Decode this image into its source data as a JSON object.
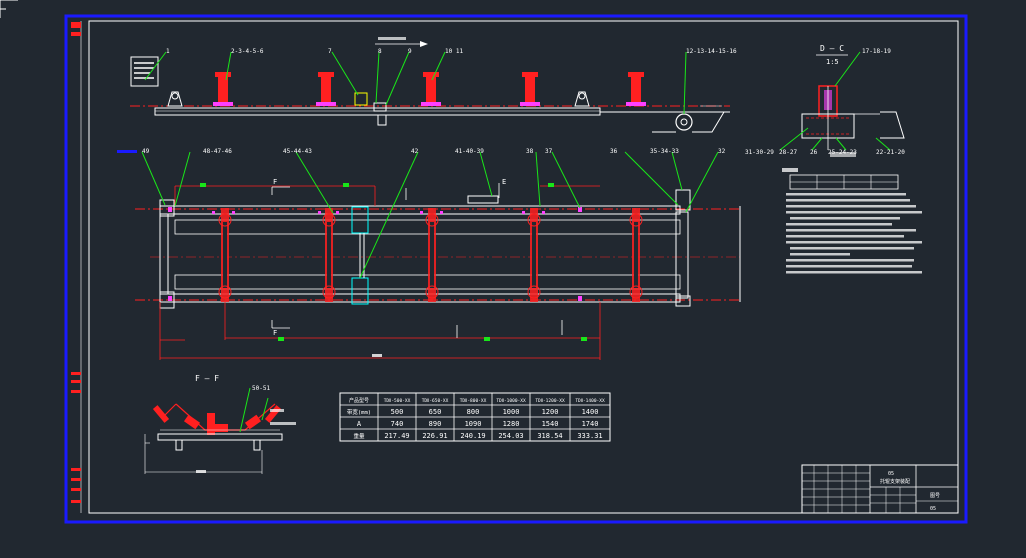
{
  "viewer": {
    "corner_mark": "",
    "background": "#212830"
  },
  "colors": {
    "border": "#1a1aff",
    "white": "#ffffff",
    "red": "#ff2020",
    "green": "#19e619",
    "yellow": "#ffff00",
    "cyan": "#00ffff",
    "magenta": "#ff40ff"
  },
  "callouts_top": [
    "1",
    "2-3-4-5-6",
    "7",
    "8",
    "9",
    "10 11",
    "12-13-14-15-16"
  ],
  "callouts_mid": [
    "49",
    "48-47-46",
    "45-44-43",
    "42",
    "41-40-39",
    "38",
    "37",
    "36",
    "35-34-33",
    "32"
  ],
  "section_dc": {
    "title": "D — C",
    "scale": "1:5",
    "callouts": [
      "17-18-19",
      "31-30-29",
      "28-27",
      "26",
      "25-24-23",
      "22-21-20"
    ]
  },
  "section_ff": {
    "title": "F — F",
    "callouts": [
      "50-51"
    ]
  },
  "marker_labels": {
    "F": "F",
    "E": "E"
  },
  "spec_table": {
    "headers": [
      "产品型号",
      "TDⅡ-500-XX",
      "TDⅡ-650-XX",
      "TDⅡ-800-XX",
      "TDⅡ-1000-XX",
      "TDⅡ-1200-XX",
      "TDⅡ-1400-XX"
    ],
    "rows": [
      [
        "带宽(mm)",
        "500",
        "650",
        "800",
        "1000",
        "1200",
        "1400"
      ],
      [
        "A",
        "740",
        "890",
        "1090",
        "1280",
        "1540",
        "1740"
      ],
      [
        "重量",
        "217.49",
        "226.91",
        "240.19",
        "254.03",
        "318.54",
        "333.31"
      ]
    ]
  },
  "title_block": {
    "drawing_name": "托辊支架装配",
    "code": "05",
    "sheet_label": "图号",
    "sheet_code": "05"
  }
}
